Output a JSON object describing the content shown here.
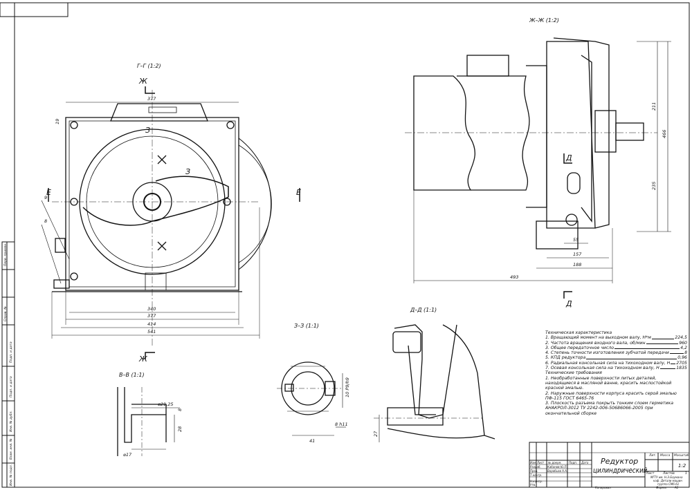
{
  "views": {
    "g_g": "Г–Г (1:2)",
    "zh_zh": "Ж–Ж (1:2)",
    "z_z": "З–З (1:1)",
    "d_d": "Д–Д (1:1)",
    "v_v": "В–В (1:1)"
  },
  "section_marks": {
    "zh": "Ж",
    "e": "Е",
    "z": "З",
    "d": "Д"
  },
  "dimensions": {
    "top_377": "377",
    "top_19": "19",
    "left_9": "9",
    "left_8": "8",
    "b_340": "340",
    "b_377": "377",
    "b_414": "414",
    "b_541": "541",
    "r_211": "211",
    "r_466": "466",
    "r_235": "235",
    "r_55": "55",
    "r_157": "157",
    "r_188": "188",
    "r_493": "493",
    "v_d2125": "⌀21,25",
    "v_8": "8",
    "v_28": "28",
    "v_d17": "⌀17",
    "z_10p9": "10 P9/h9",
    "z_8h11": "8 h11",
    "z_41": "41",
    "d_27": "27"
  },
  "tech_characteristics": {
    "title": "Техническая характеристика",
    "items": [
      {
        "label": "1. Вращающий момент на выходном валу, Н*м",
        "value": "224,5"
      },
      {
        "label": "2. Частота вращения входного вала, об/мин",
        "value": "960"
      },
      {
        "label": "3. Общее передаточное число",
        "value": "4,2"
      },
      {
        "label": "4. Степень точности изготовления зубчатой передачи",
        "value": "8"
      },
      {
        "label": "5. КПД редуктора",
        "value": "0,96"
      },
      {
        "label": "6. Радиальная консольная сила на тихоходном валу, Н",
        "value": "2705"
      },
      {
        "label": "7. Осевая консольная сила на тихоходном валу, Н",
        "value": "1835"
      }
    ]
  },
  "tech_requirements": {
    "title": "Технические требования",
    "items": [
      "1. Необработанные поверхности литых деталей, находящиеся в масляной ванне, красить маслостойкой красной эмалью.",
      "2. Наружные поверхности корпуса красить серой эмалью ПФ-115 ГОСТ 6465-76",
      "3. Плоскость разъема покрыть тонким слоем герметика АНАКРОЛ-3012 ТУ 2242-006-50686066-2005 при окончательной сборке"
    ]
  },
  "title_block": {
    "name_line1": "Редуктор",
    "name_line2": "цилиндрический",
    "col_izm": "Изм",
    "col_list": "Лист",
    "col_doc": "№ докум.",
    "col_sign": "Подп.",
    "col_date": "Дата",
    "razrab": "Разраб.",
    "razrab_name": "Кабанов Ю.П.",
    "prov": "Пров.",
    "prov_name": "Воробьев А.А.",
    "tkontr": "Т.контр.",
    "nkontr": "Н.контр.",
    "utv": "Утв.",
    "lit": "Лит.",
    "massa": "Масса",
    "masshtab": "Масштаб",
    "scale_value": "1:2",
    "sheet": "Лист",
    "sheets": "Листов",
    "sheets_value": "1",
    "org_line1": "МГТУ им. Н.Э.Баумана",
    "org_line2": "каф. Детали машин",
    "org_line3": "группа СМ6-61",
    "copied": "Копировал",
    "format": "Формат",
    "format_value": "А1"
  },
  "side_stamps": [
    "Перв. примен.",
    "Справ. №",
    "Подп. и дата",
    "Инв. № дубл.",
    "Взам. инв. №",
    "Подп. и дата",
    "Инв. № подл."
  ]
}
